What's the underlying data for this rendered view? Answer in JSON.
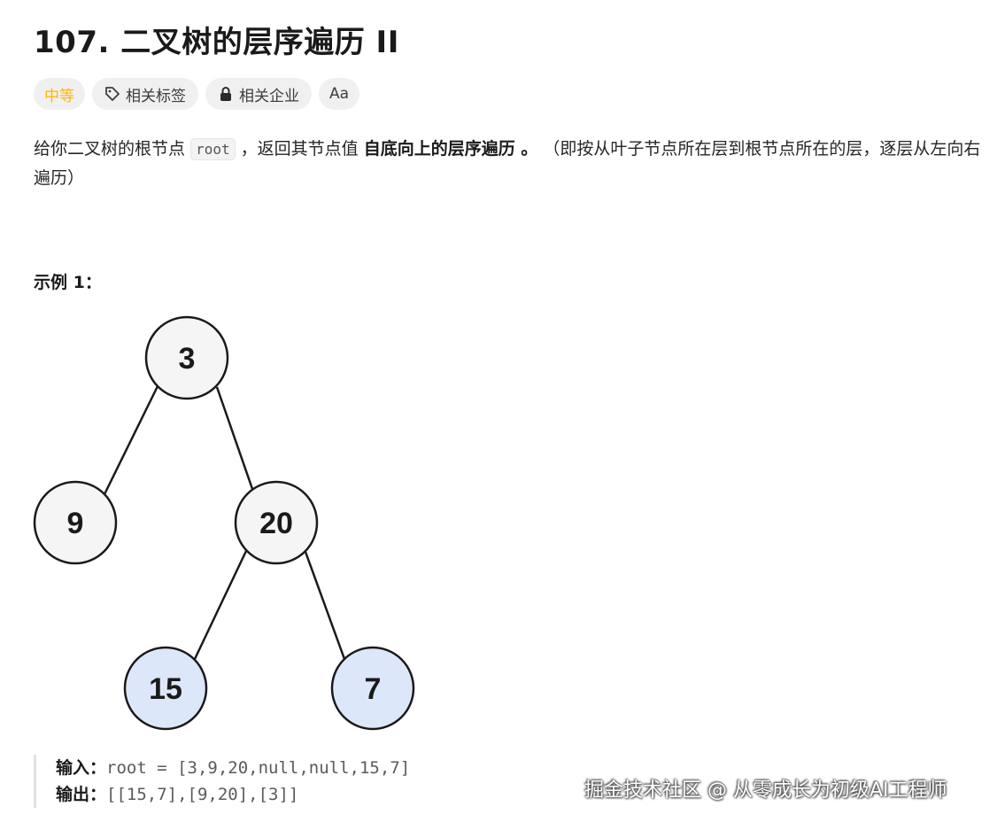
{
  "problem": {
    "title": "107. 二叉树的层序遍历 II",
    "difficulty": "中等",
    "tag_related_tags": "相关标签",
    "tag_related_companies": "相关企业",
    "translate_label": "Aa"
  },
  "description": {
    "part1": "给你二叉树的根节点",
    "code_root": "root",
    "part2": "，返回其节点值",
    "bold": "自底向上的层序遍历 。",
    "part3": "（即按从叶子节点所在层到根节点所在的层，逐层从左向右遍历）"
  },
  "example": {
    "title": "示例 1：",
    "tree": {
      "nodes": [
        {
          "id": "n3",
          "label": "3",
          "fill": "#f5f5f5"
        },
        {
          "id": "n9",
          "label": "9",
          "fill": "#f5f5f5"
        },
        {
          "id": "n20",
          "label": "20",
          "fill": "#f5f5f5"
        },
        {
          "id": "n15",
          "label": "15",
          "fill": "#dce8fa"
        },
        {
          "id": "n7",
          "label": "7",
          "fill": "#dce8fa"
        }
      ]
    },
    "input_label": "输入：",
    "input_value": "root = [3,9,20,null,null,15,7]",
    "output_label": "输出：",
    "output_value": "[[15,7],[9,20],[3]]"
  },
  "watermark": "掘金技术社区 @ 从零成长为初级AI工程师",
  "colors": {
    "difficulty": "#ffb800",
    "highlight_node": "#dce8fa",
    "normal_node": "#f5f5f5"
  }
}
